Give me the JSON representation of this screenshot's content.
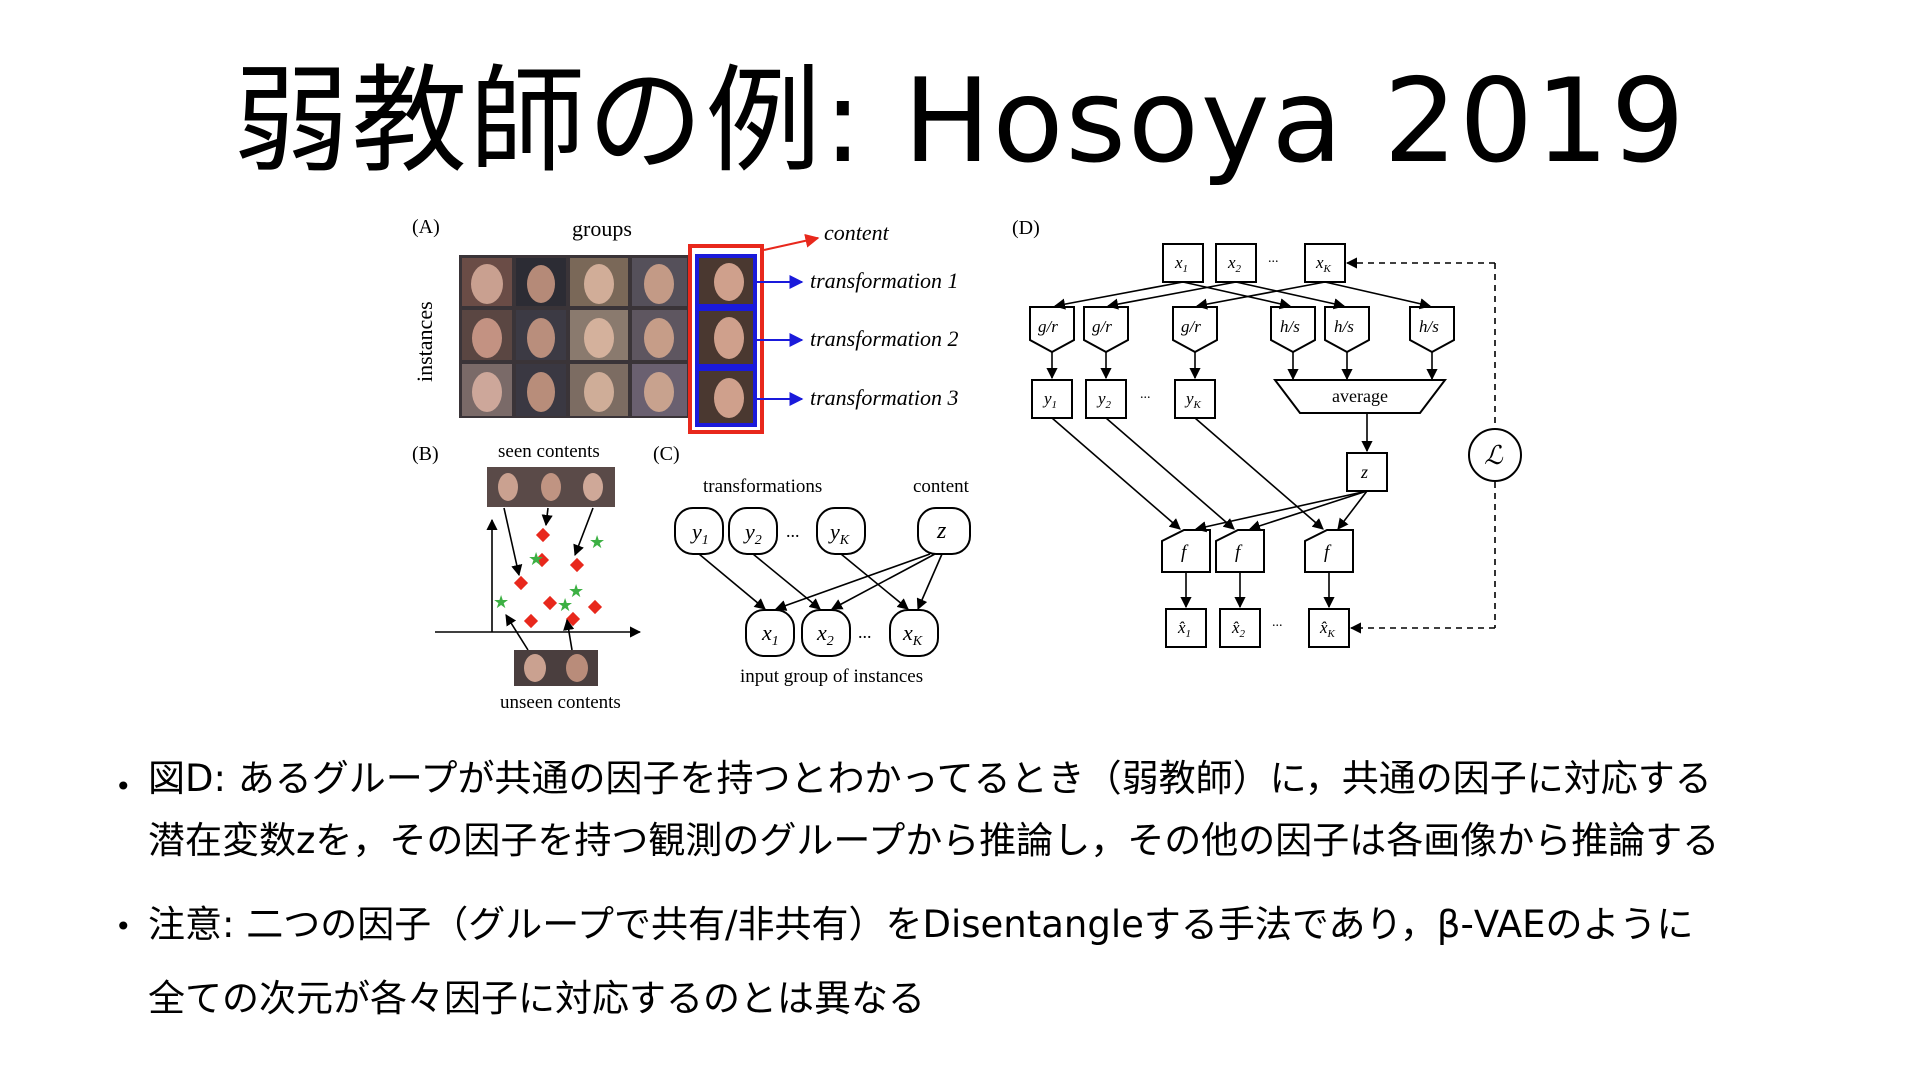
{
  "title": "弱教師の例: Hosoya 2019",
  "figure": {
    "panelA": {
      "label": "(A)",
      "groups_label": "groups",
      "instances_label": "instances",
      "content_label": "content",
      "transformations": [
        "transformation 1",
        "transformation 2",
        "transformation 3"
      ]
    },
    "panelB": {
      "label": "(B)",
      "seen_label": "seen contents",
      "unseen_label": "unseen contents"
    },
    "panelC": {
      "label": "(C)",
      "transformations_label": "transformations",
      "content_label": "content",
      "y_nodes": [
        "y",
        "y",
        "y"
      ],
      "y_subs": [
        "1",
        "2",
        "K"
      ],
      "z_node": "z",
      "x_nodes": [
        "x",
        "x",
        "x"
      ],
      "x_subs": [
        "1",
        "2",
        "K"
      ],
      "ellipsis": "...",
      "bottom_label": "input group of instances"
    },
    "panelD": {
      "label": "(D)",
      "x_nodes": [
        "x",
        "x",
        "x"
      ],
      "x_subs": [
        "1",
        "2",
        "K"
      ],
      "gr_label": "g/r",
      "hs_label": "h/s",
      "y_subs": [
        "1",
        "2",
        "K"
      ],
      "average_label": "average",
      "z_label": "z",
      "f_label": "f",
      "xhat_subs": [
        "1",
        "2",
        "K"
      ],
      "loss_label": "ℒ",
      "ellipsis": "..."
    },
    "colors": {
      "frame_red": "#e8281c",
      "frame_blue": "#1a1adb",
      "marker_red": "#e8281c",
      "marker_green": "#3cb043"
    }
  },
  "bullets": [
    {
      "line1": "図D: あるグループが共通の因子を持つとわかってるとき（弱教師）に，共通の因子に対応する",
      "line2": "潜在変数zを，その因子を持つ観測のグループから推論し，その他の因子は各画像から推論する"
    },
    {
      "line1": "注意: 二つの因子（グループで共有/非共有）をDisentangleする手法であり，β-VAEのように",
      "line2": "全ての次元が各々因子に対応するのとは異なる"
    }
  ]
}
